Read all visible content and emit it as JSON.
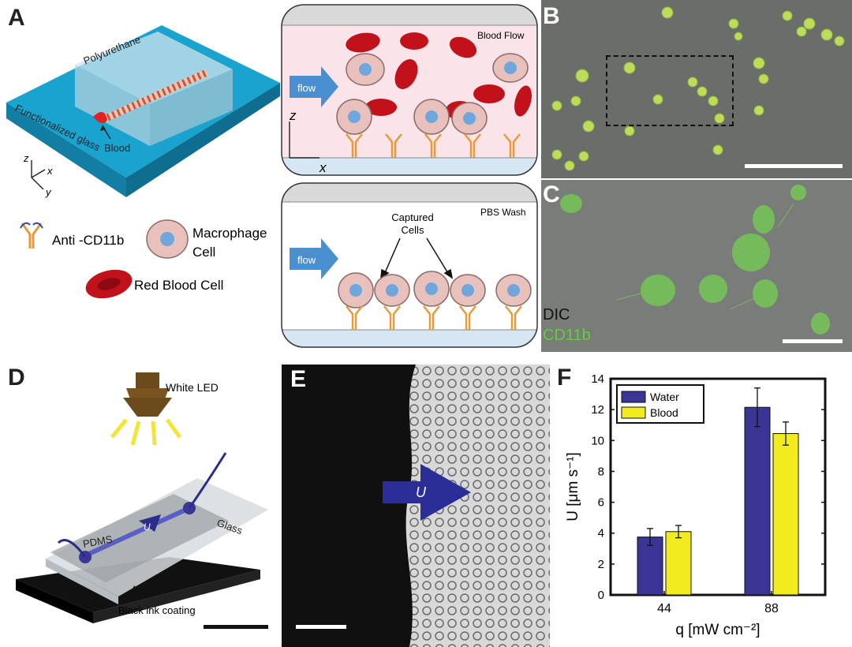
{
  "panels": {
    "a": {
      "letter": "A",
      "device_labels": {
        "top": "Polyurethane",
        "side": "Functionalized glass",
        "inlet": "Blood"
      },
      "axes": {
        "z": "z",
        "x": "x",
        "y": "y"
      },
      "legend": {
        "antibody": "Anti -CD11b",
        "macrophage_l1": "Macrophage",
        "macrophage_l2": "Cell",
        "rbc": "Red Blood Cell"
      },
      "channel_top": {
        "title": "Blood Flow",
        "arrow": "flow",
        "axis_z": "z",
        "axis_x": "x"
      },
      "channel_bottom": {
        "title": "PBS Wash",
        "arrow": "flow",
        "captured_l1": "Captured",
        "captured_l2": "Cells"
      }
    },
    "b": {
      "letter": "B"
    },
    "c": {
      "letter": "C",
      "label_dic": "DIC",
      "label_cd11b": "CD11b"
    },
    "d": {
      "letter": "D",
      "led": "White LED",
      "pdms": "PDMS",
      "glass": "Glass",
      "u": "U",
      "ink": "Black ink coating"
    },
    "e": {
      "letter": "E",
      "u": "U"
    },
    "f": {
      "letter": "F"
    }
  },
  "colors": {
    "water": "#3b3596",
    "blood": "#f2ec1e",
    "channel": "#1ba3cf",
    "fluor": "#6fd24a"
  },
  "chart_data": {
    "type": "bar",
    "categories": [
      "44",
      "88"
    ],
    "series": [
      {
        "name": "Water",
        "values": [
          3.75,
          12.15
        ],
        "errors": [
          0.55,
          1.25
        ]
      },
      {
        "name": "Blood",
        "values": [
          4.1,
          10.45
        ],
        "errors": [
          0.4,
          0.75
        ]
      }
    ],
    "xlabel": "q [mW cm⁻²]",
    "ylabel": "U [μm s⁻¹]",
    "ylim": [
      0,
      14
    ],
    "yticks": [
      "0",
      "2",
      "4",
      "6",
      "8",
      "10",
      "12",
      "14"
    ],
    "legend_position": "top-left",
    "grid": false
  }
}
